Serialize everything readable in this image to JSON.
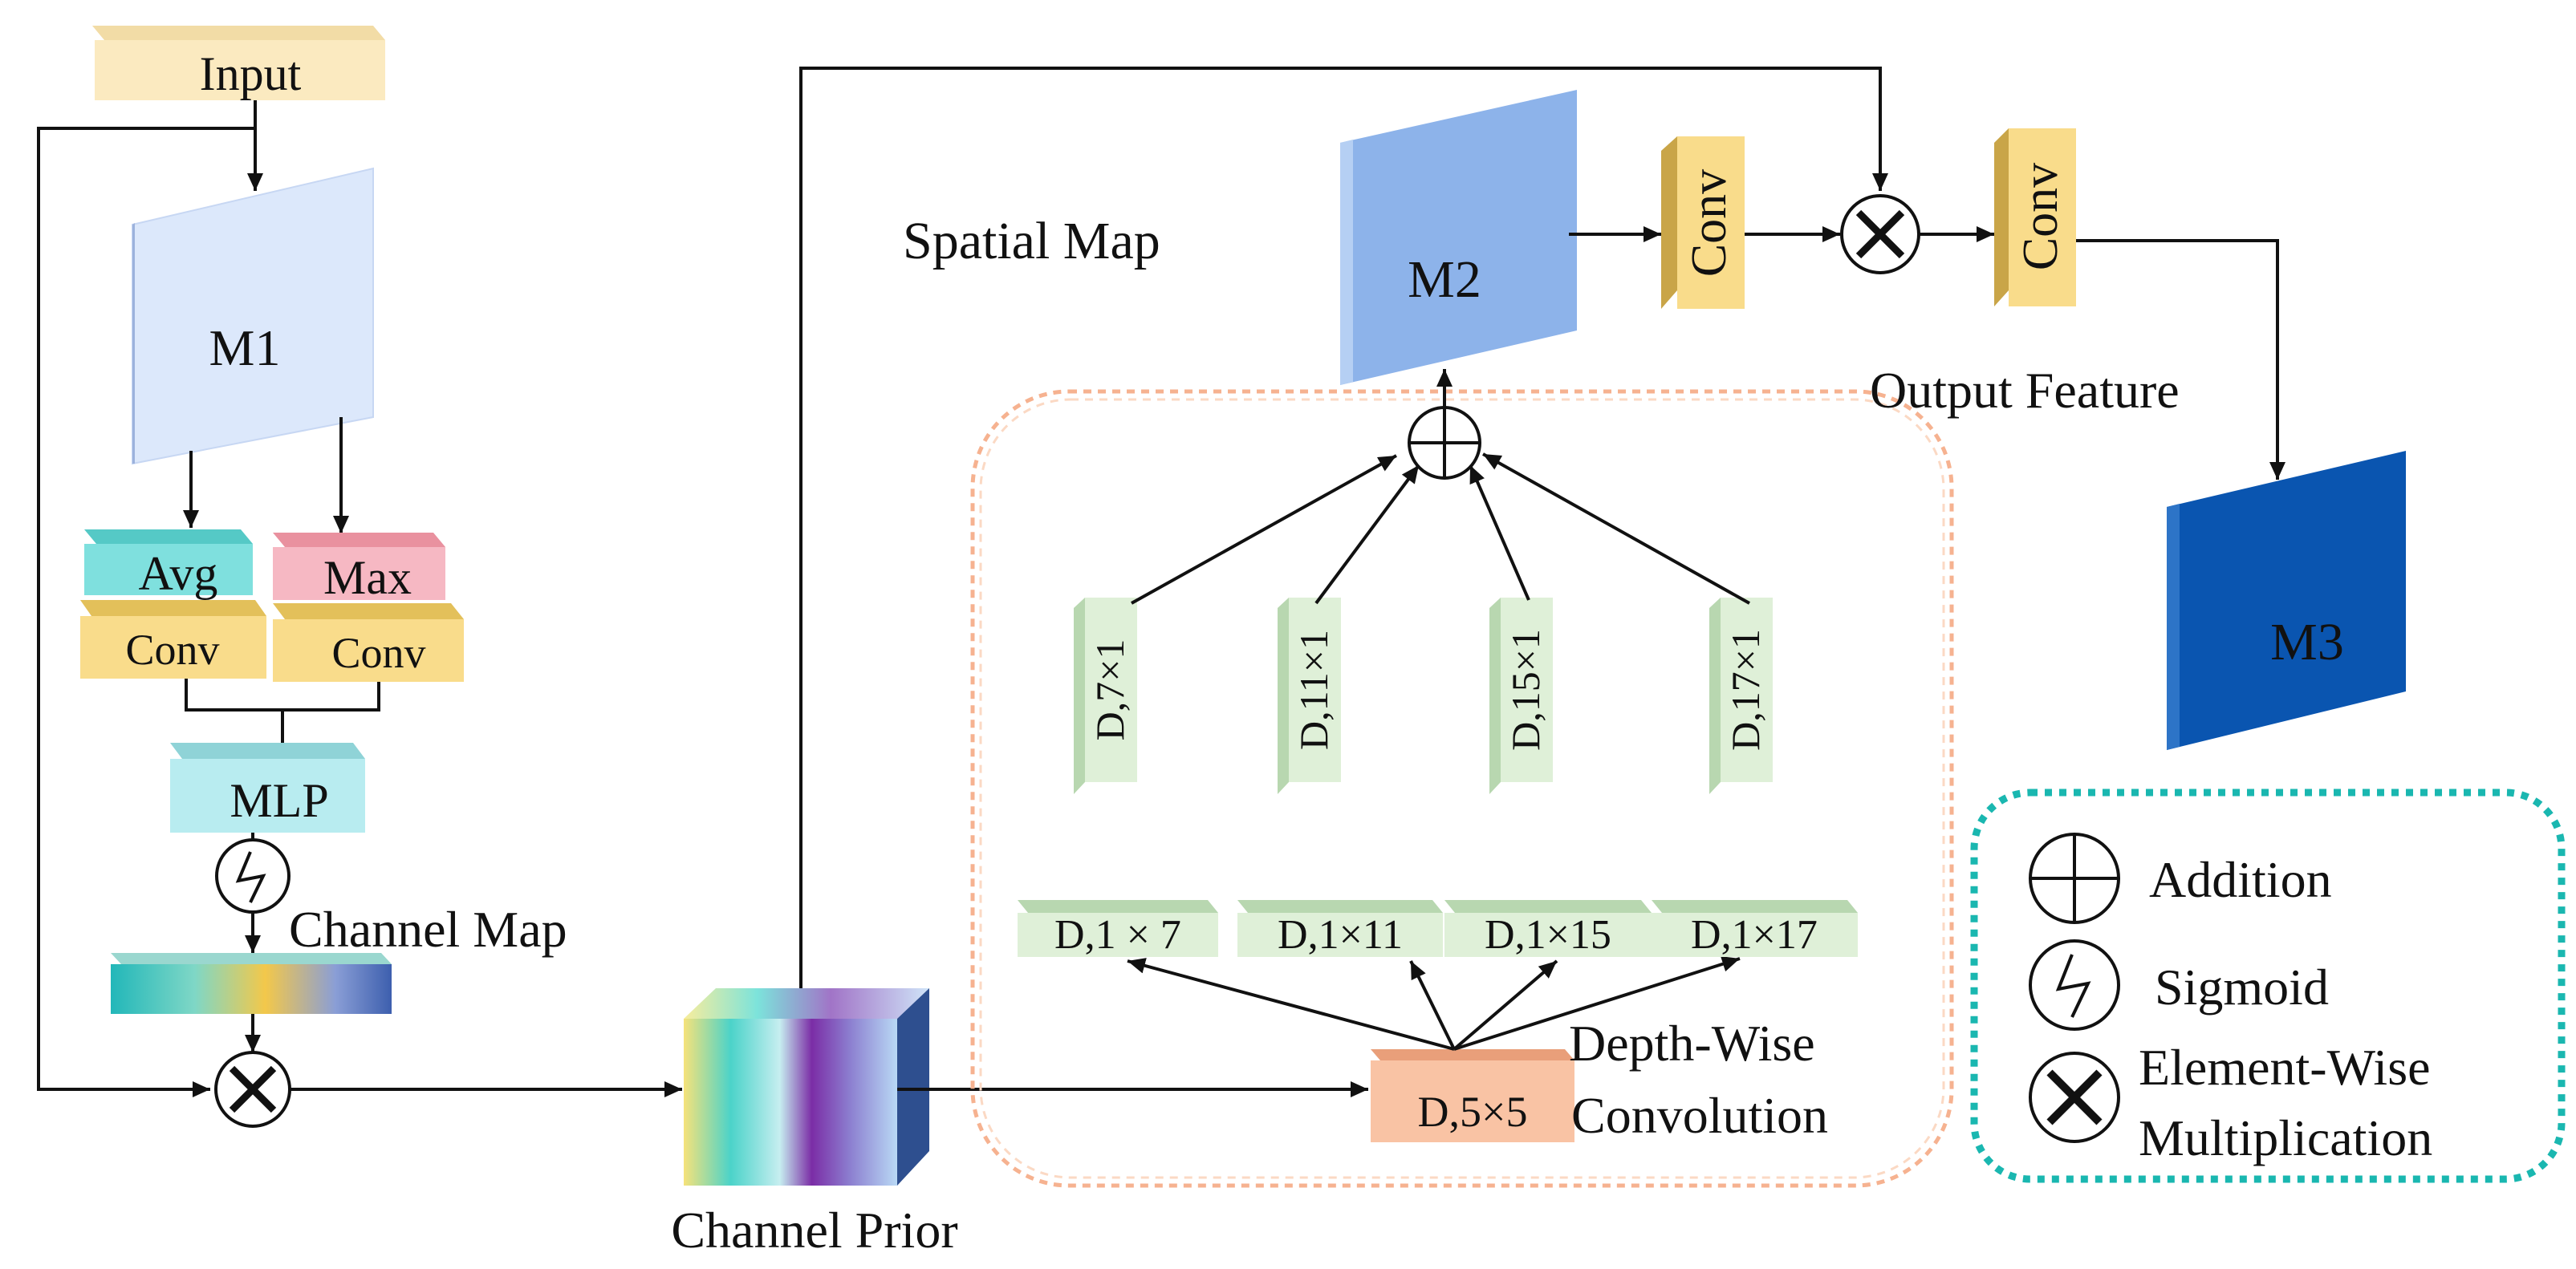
{
  "input": {
    "label": "Input"
  },
  "m1": {
    "label": "M1"
  },
  "avg": {
    "label": "Avg"
  },
  "max": {
    "label": "Max"
  },
  "conv_left": {
    "label": "Conv"
  },
  "conv_right": {
    "label": "Conv"
  },
  "mlp": {
    "label": "MLP"
  },
  "channel_map": {
    "label": "Channel  Map"
  },
  "channel_prior": {
    "label": "Channel Prior"
  },
  "spatial_map": {
    "label": "Spatial  Map"
  },
  "m2": {
    "label": "M2"
  },
  "conv_m2": {
    "label": "Conv"
  },
  "conv_out": {
    "label": "Conv"
  },
  "output_feature": {
    "label": "Output Feature"
  },
  "m3": {
    "label": "M3"
  },
  "depthwise": {
    "line1": "Depth-Wise",
    "line2": "Convolution",
    "d5x5": "D,5×5",
    "horizontal": [
      "D,1 × 7",
      "D,1×11",
      "D,1×15",
      "D,1×17"
    ],
    "vertical": [
      "D,7×1",
      "D,11×1",
      "D,15×1",
      "D,17×1"
    ]
  },
  "legend": {
    "addition": "Addition",
    "sigmoid": "Sigmoid",
    "multiplication_line1": "Element-Wise",
    "multiplication_line2": "Multiplication"
  },
  "colors": {
    "input": "#fbeac0",
    "m1": "#dce8fb",
    "avg": "#7fe0de",
    "max": "#f6b8c3",
    "conv": "#f9dc8b",
    "mlp": "#b8ecf0",
    "m2": "#8db3ea",
    "m3": "#0a55b0",
    "dw_green": "#dff0d8",
    "d5x5": "#f9c3a4",
    "dashed_orange": "#f6b290",
    "legend_border": "#1ab7b0"
  }
}
